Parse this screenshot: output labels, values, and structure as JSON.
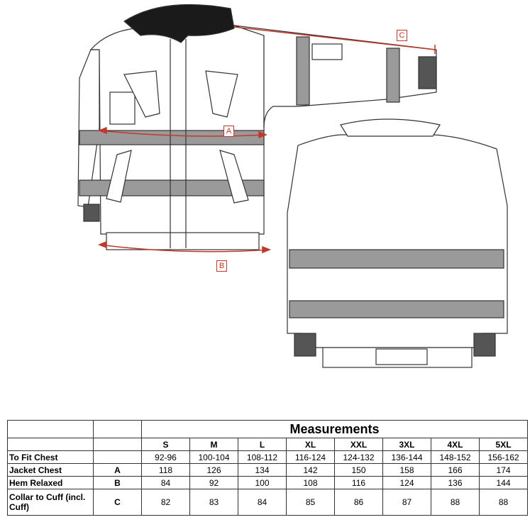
{
  "dimension_labels": {
    "a": "A",
    "b": "B",
    "c": "C"
  },
  "table": {
    "title": "Measurements",
    "sizes": [
      "S",
      "M",
      "L",
      "XL",
      "XXL",
      "3XL",
      "4XL",
      "5XL"
    ],
    "rows": [
      {
        "label": "To Fit Chest",
        "code": "",
        "values": [
          "92-96",
          "100-104",
          "108-112",
          "116-124",
          "124-132",
          "136-144",
          "148-152",
          "156-162"
        ]
      },
      {
        "label": "Jacket Chest",
        "code": "A",
        "values": [
          "118",
          "126",
          "134",
          "142",
          "150",
          "158",
          "166",
          "174"
        ]
      },
      {
        "label": "Hem Relaxed",
        "code": "B",
        "values": [
          "84",
          "92",
          "100",
          "108",
          "116",
          "124",
          "136",
          "144"
        ]
      },
      {
        "label": "Collar to Cuff (incl. Cuff)",
        "code": "C",
        "values": [
          "82",
          "83",
          "84",
          "85",
          "86",
          "87",
          "88",
          "88"
        ]
      }
    ]
  },
  "colors": {
    "reflective": "#9a9a9a",
    "dimension": "#c0392b",
    "collar": "#1a1a1a"
  }
}
